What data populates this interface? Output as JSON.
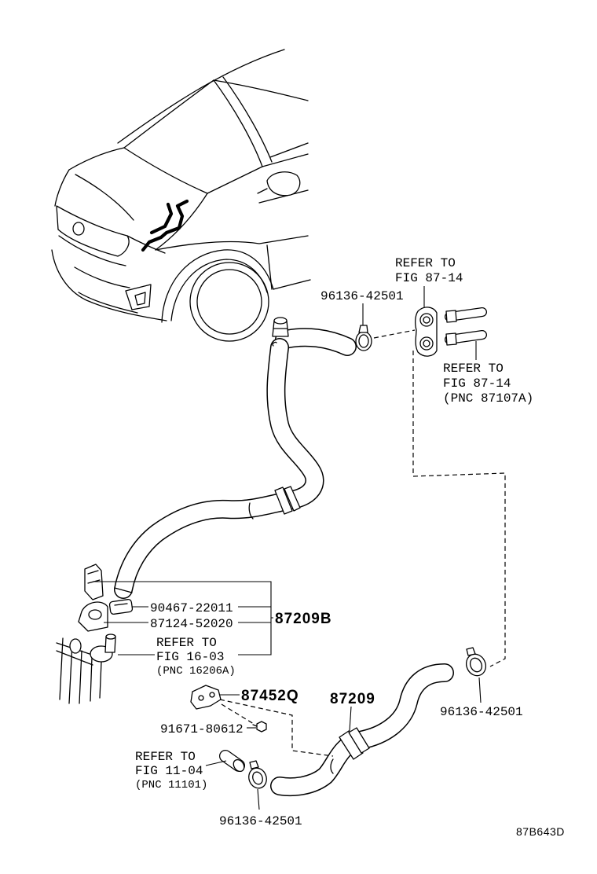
{
  "diagram_id": "87B643D",
  "callouts": {
    "clamp_upper": "96136-42501",
    "heater_ref_upper": {
      "line1": "REFER TO",
      "line2": "FIG 87-14"
    },
    "heater_pipe_ref": {
      "line1": "REFER TO",
      "line2": "FIG 87-14",
      "line3": "(PNC 87107A)"
    },
    "grommet": "90467-22011",
    "clamp_holder": "87124-52020",
    "hose_assy_upper": "87209B",
    "engine_ref_upper": {
      "line1": "REFER TO",
      "line2": "FIG 16-03",
      "line3": "(PNC 16206A)"
    },
    "bracket": "87452Q",
    "hose_lower": "87209",
    "clamp_right": "96136-42501",
    "bolt": "91671-80612",
    "engine_ref_lower": {
      "line1": "REFER TO",
      "line2": "FIG 11-04",
      "line3": "(PNC 11101)"
    },
    "clamp_lower": "96136-42501"
  }
}
